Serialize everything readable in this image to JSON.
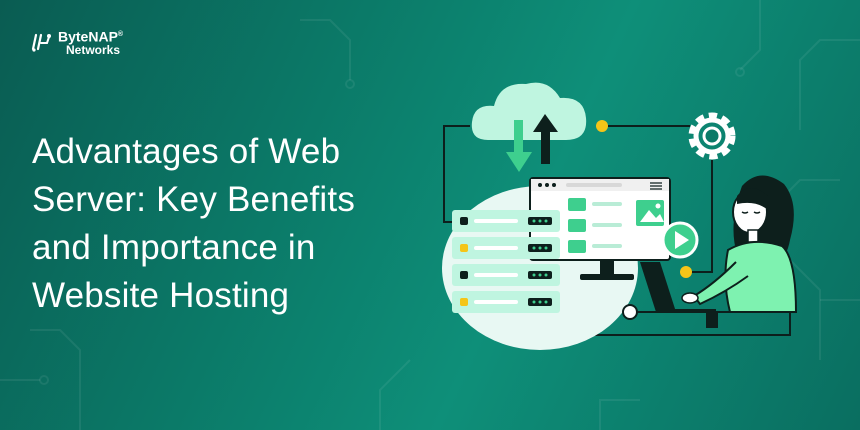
{
  "brand": {
    "name": "ByteNAP",
    "registered": "®",
    "subtitle": "Networks"
  },
  "headline": {
    "lines": [
      "Advantages of Web",
      "Server: Key Benefits",
      "and Importance in",
      "Website Hosting"
    ]
  },
  "colors": {
    "background_start": "#0a5c52",
    "background_end": "#0e8f79",
    "accent_green": "#4fe0a0",
    "accent_yellow": "#f5c518",
    "text": "#ffffff"
  },
  "icons": [
    "logo-icon",
    "cloud-icon",
    "upload-arrow-icon",
    "download-arrow-icon",
    "gear-icon",
    "folder-icon",
    "image-icon",
    "play-icon",
    "server-rack-icon"
  ]
}
